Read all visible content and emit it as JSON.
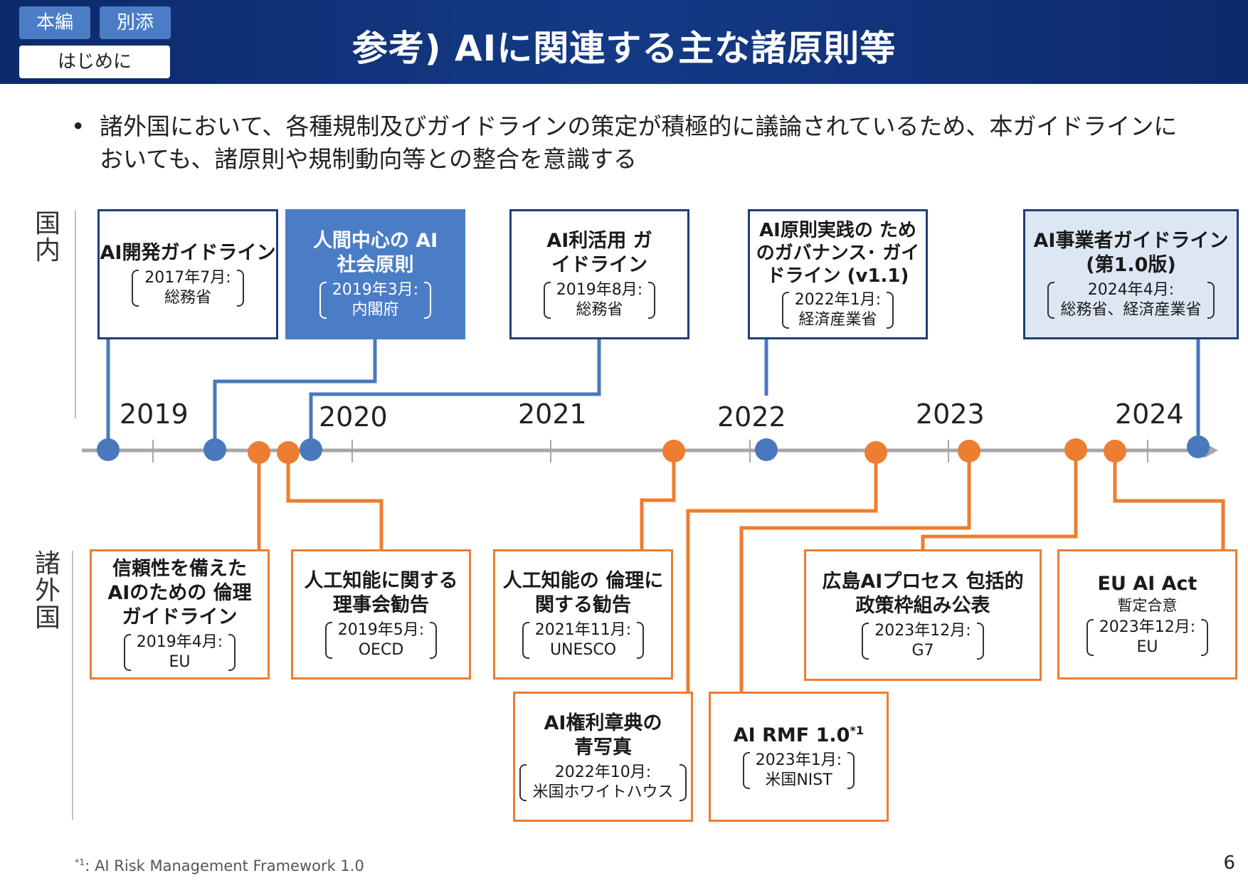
{
  "nav": {
    "tab_main": "本編",
    "tab_appendix": "別添",
    "tab_intro": "はじめに"
  },
  "title": "参考) AIに関連する主な諸原則等",
  "bullet": {
    "marker": "•",
    "text": "諸外国において、各種規制及びガイドラインの策定が積極的に議論されているため、本ガイドラインにおいても、諸原則や規制動向等との整合を意識する"
  },
  "labels": {
    "domestic": "国内",
    "foreign": "諸外国"
  },
  "years": [
    "2019",
    "2020",
    "2021",
    "2022",
    "2023",
    "2024"
  ],
  "domestic_items": [
    {
      "title": "AI開発ガイドライン",
      "date": "2017年7月:",
      "org": "総務省"
    },
    {
      "title": "人間中心の AI社会原則",
      "date": "2019年3月:",
      "org": "内閣府"
    },
    {
      "title": "AI利活用 ガイドライン",
      "date": "2019年8月:",
      "org": "総務省"
    },
    {
      "title": "AI原則実践の ためのガバナンス･ ガイドライン (v1.1)",
      "date": "2022年1月:",
      "org": "経済産業省"
    },
    {
      "title": "AI事業者ガイドライン (第1.0版)",
      "date": "2024年4月:",
      "org": "総務省、経済産業省"
    }
  ],
  "foreign_items": [
    {
      "title": "信頼性を備えた AIのための 倫理ガイドライン",
      "date": "2019年4月:",
      "org": "EU"
    },
    {
      "title": "人工知能に関する 理事会勧告",
      "date": "2019年5月:",
      "org": "OECD"
    },
    {
      "title": "人工知能の 倫理に関する勧告",
      "date": "2021年11月:",
      "org": "UNESCO"
    },
    {
      "title": "広島AIプロセス 包括的政策枠組み公表",
      "date": "2023年12月:",
      "org": "G7"
    },
    {
      "title": "EU AI Act",
      "subtitle": "暫定合意",
      "date": "2023年12月:",
      "org": "EU"
    },
    {
      "title": "AI権利章典の 青写真",
      "date": "2022年10月:",
      "org": "米国ホワイトハウス"
    },
    {
      "title": "AI RMF 1.0",
      "title_sup": "*1",
      "date": "2023年1月:",
      "org": "米国NIST"
    }
  ],
  "footnote": {
    "mark": "*1",
    "text": ": AI Risk Management Framework 1.0"
  },
  "page_number": "6",
  "colors": {
    "header": "#143a86",
    "domestic": "#4a78bd",
    "domestic_border": "#1f3f7a",
    "foreign": "#ed7d31",
    "axis": "#a6a6a6"
  }
}
